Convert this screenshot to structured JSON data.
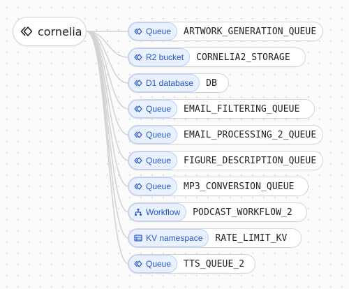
{
  "root": {
    "label": "cornelia",
    "icon": "worker-diamond-icon"
  },
  "bindings": [
    {
      "type": "Queue",
      "icon": "queue-diamond-icon",
      "name": "ARTWORK_GENERATION_QUEUE"
    },
    {
      "type": "R2 bucket",
      "icon": "r2-diamond-icon",
      "name": "CORNELIA2_STORAGE"
    },
    {
      "type": "D1 database",
      "icon": "d1-diamond-icon",
      "name": "DB"
    },
    {
      "type": "Queue",
      "icon": "queue-diamond-icon",
      "name": "EMAIL_FILTERING_QUEUE"
    },
    {
      "type": "Queue",
      "icon": "queue-diamond-icon",
      "name": "EMAIL_PROCESSING_2_QUEUE"
    },
    {
      "type": "Queue",
      "icon": "queue-diamond-icon",
      "name": "FIGURE_DESCRIPTION_QUEUE"
    },
    {
      "type": "Queue",
      "icon": "queue-diamond-icon",
      "name": "MP3_CONVERSION_QUEUE"
    },
    {
      "type": "Workflow",
      "icon": "workflow-tree-icon",
      "name": "PODCAST_WORKFLOW_2"
    },
    {
      "type": "KV namespace",
      "icon": "kv-table-icon",
      "name": "RATE_LIMIT_KV"
    },
    {
      "type": "Queue",
      "icon": "queue-diamond-icon",
      "name": "TTS_QUEUE_2"
    }
  ],
  "colors": {
    "chip_background": "#eaf1fe",
    "chip_border": "#b8cffb",
    "chip_text": "#2458c5",
    "edge": "#d3d3d3",
    "node_border": "#d4d4d4"
  }
}
